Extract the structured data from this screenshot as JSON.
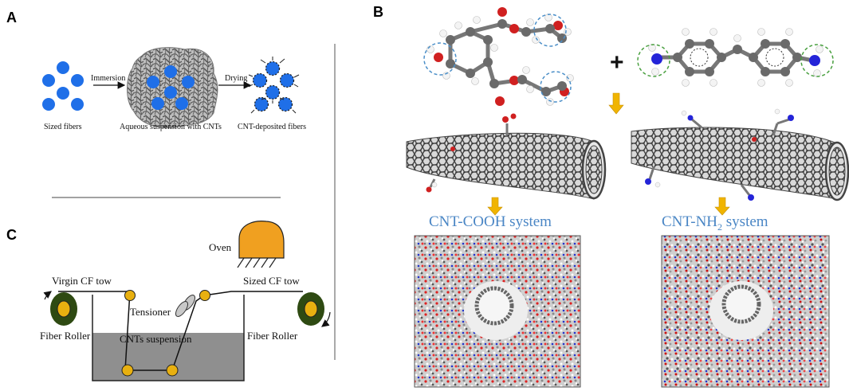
{
  "panels": {
    "a": "A",
    "b": "B",
    "c": "C"
  },
  "panel_a": {
    "sized_fibers": "Sized fibers",
    "immersion": "Immersion",
    "suspension": "Aqueous suspension with CNTs",
    "drying": "Drying",
    "deposited": "CNT-deposited fibers"
  },
  "panel_b": {
    "plus": "+",
    "cooh_system": "CNT-COOH system",
    "nh2_system_prefix": "CNT-NH",
    "nh2_subscript": "2",
    "nh2_system_suffix": " system"
  },
  "panel_c": {
    "oven": "Oven",
    "virgin_tow": "Virgin CF tow",
    "sized_tow": "Sized CF tow",
    "tensioner": "Tensioner",
    "fiber_roller_left": "Fiber Roller",
    "fiber_roller_right": "Fiber Roller",
    "suspension": "CNTs suspension"
  },
  "colors": {
    "fiber_blue": "#1f6fe8",
    "arrow_yellow": "#f0b400",
    "label_blue": "#4a86c5",
    "oven_orange": "#f0a020",
    "roller_green": "#2e4a12",
    "roller_yellow": "#e8b010",
    "bath_gray": "#8f8f8f"
  }
}
